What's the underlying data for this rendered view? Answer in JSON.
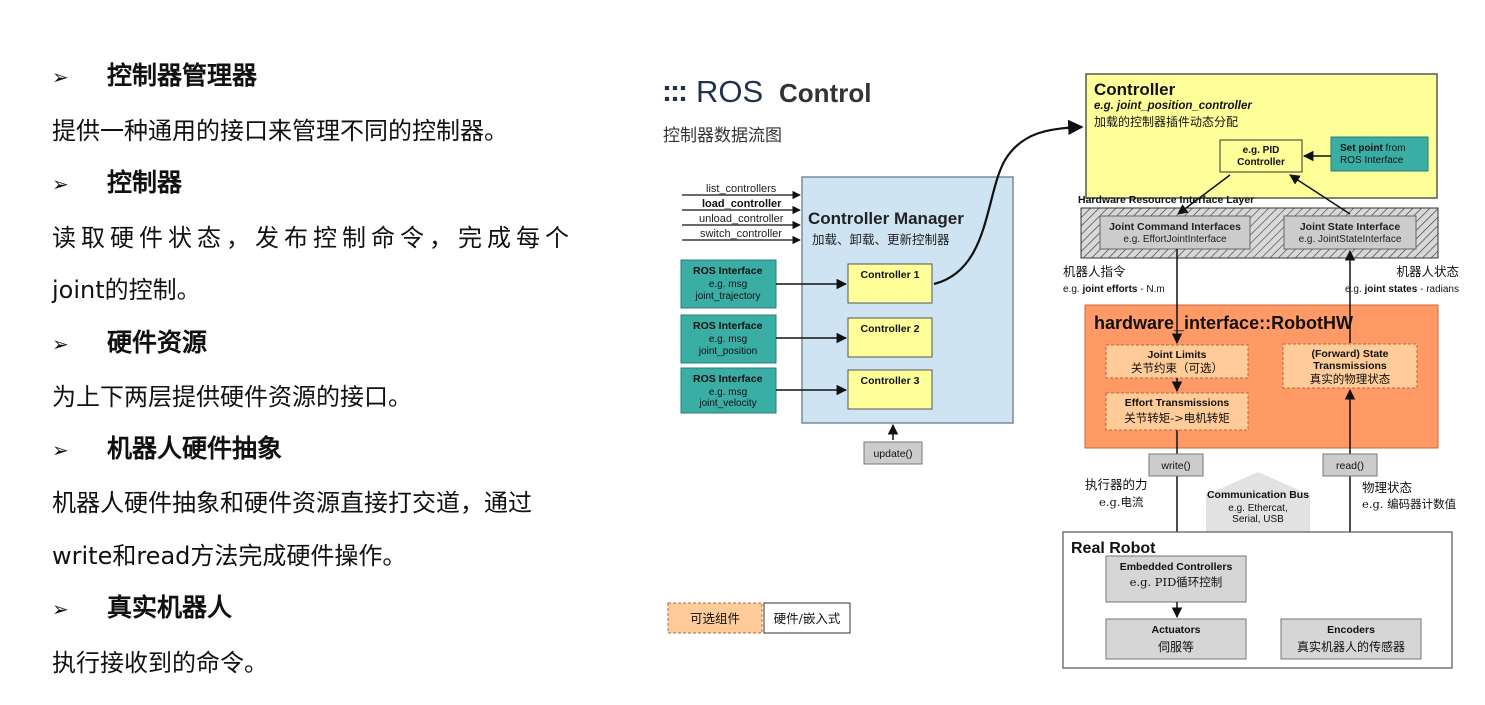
{
  "left": {
    "sections": [
      {
        "heading": "控制器管理器",
        "lines": [
          "提供一种通用的接口来管理不同的控制器。"
        ]
      },
      {
        "heading": "控制器",
        "lines": [
          "读取硬件状态，发布控制命令，完成每个",
          "joint的控制。"
        ]
      },
      {
        "heading": "硬件资源",
        "lines": [
          "为上下两层提供硬件资源的接口。"
        ]
      },
      {
        "heading": "机器人硬件抽象",
        "lines": [
          "机器人硬件抽象和硬件资源直接打交道，通过",
          "write和read方法完成硬件操作。"
        ]
      },
      {
        "heading": "真实机器人",
        "lines": [
          "执行接收到的命令。"
        ]
      }
    ],
    "arrow_glyph": "➢"
  },
  "diagram": {
    "logo_dots": ":::",
    "logo_ros": "ROS",
    "logo_control": "Control",
    "subtitle": "控制器数据流图",
    "services": [
      "list_controllers",
      "load_controller",
      "unload_controller",
      "switch_controller"
    ],
    "cm_title": "Controller Manager",
    "cm_subtitle": "加载、卸载、更新控制器",
    "ros_interfaces": [
      {
        "title": "ROS Interface",
        "line1": "e.g. msg",
        "line2": "joint_trajectory",
        "controller": "Controller 1"
      },
      {
        "title": "ROS Interface",
        "line1": "e.g. msg",
        "line2": "joint_position",
        "controller": "Controller 2"
      },
      {
        "title": "ROS Interface",
        "line1": "e.g. msg",
        "line2": "joint_velocity",
        "controller": "Controller 3"
      }
    ],
    "update_label": "update()",
    "controller": {
      "title": "Controller",
      "example": "e.g. joint_position_controller",
      "subtitle": "加载的控制器插件动态分配",
      "pid_line1": "e.g. PID",
      "pid_line2": "Controller",
      "setpoint_bold": "Set point",
      "setpoint_rest": " from",
      "setpoint_line2": "ROS Interface"
    },
    "hri_layer": "Hardware Resource Interface Layer",
    "jci_title": "Joint Command Interfaces",
    "jci_example": "e.g. EffortJointInterface",
    "jsi_title": "Joint State Interface",
    "jsi_example": "e.g. JointStateInterface",
    "robot_cmd": "机器人指令",
    "robot_cmd_eg": "e.g. ",
    "robot_cmd_bold": "joint efforts",
    "robot_cmd_unit": " - N.m",
    "robot_state": "机器人状态",
    "robot_state_eg": "e.g. ",
    "robot_state_bold": "joint states",
    "robot_state_unit": " - radians",
    "robothw_title": "hardware_interface::RobotHW",
    "joint_limits": "Joint Limits",
    "joint_limits_cn": "关节约束（可选）",
    "effort_trans": "Effort Transmissions",
    "effort_trans_cn": "关节转矩->电机转矩",
    "state_trans1": "(Forward) State",
    "state_trans2": "Transmissions",
    "state_trans_cn": "真实的物理状态",
    "write_label": "write()",
    "read_label": "read()",
    "actuator_force": "执行器的力",
    "actuator_force_eg": "e.g.电流",
    "comm_bus": "Communication Bus",
    "comm_bus_eg1": "e.g. Ethercat,",
    "comm_bus_eg2": "Serial, USB",
    "phys_state": "物理状态",
    "phys_state_eg": "e.g. 编码器计数值",
    "real_robot": "Real Robot",
    "embedded": "Embedded Controllers",
    "embedded_cn": "e.g. PID循环控制",
    "actuators": "Actuators",
    "actuators_cn": "伺服等",
    "encoders": "Encoders",
    "encoders_cn": "真实机器人的传感器",
    "legend_optional": "可选组件",
    "legend_hw": "硬件/嵌入式",
    "colors": {
      "teal": "#3aaea5",
      "light_blue": "#cfe4f2",
      "yellow": "#ffff99",
      "orange": "#ff9966",
      "light_orange": "#ffcc99",
      "gray": "#cccccc"
    }
  }
}
